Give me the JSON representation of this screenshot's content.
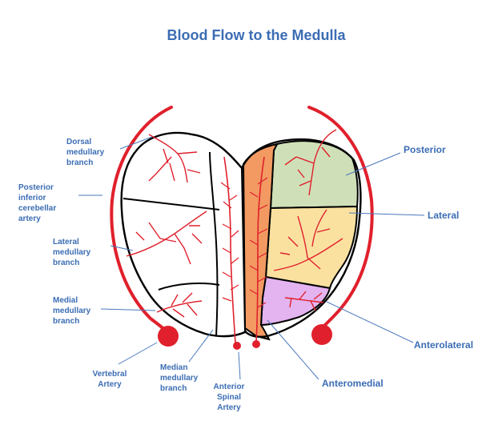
{
  "title": "Blood Flow to the Medulla",
  "labels": {
    "dorsal_medullary_branch": "Dorsal\nmedullary\nbranch",
    "posterior_inferior_cerebellar_artery": "Posterior\ninferior\ncerebellar\nartery",
    "lateral_medullary_branch": "Lateral\nmedullary\nbranch",
    "medial_medullary_branch": "Medial\nmedullary\nbranch",
    "vertebral_artery": "Vertebral\nArtery",
    "median_medullary_branch": "Median\nmedullary\nbranch",
    "anterior_spinal_artery": "Anterior\nSpinal\nArtery",
    "posterior": "Posterior",
    "lateral": "Lateral",
    "anterolateral": "Anterolateral",
    "anteromedial": "Anteromedial"
  },
  "colors": {
    "label_text": "#3b6db4",
    "artery_red": "#e0202c",
    "posterior_region": "#cfe0b8",
    "lateral_region": "#fbe1a0",
    "anterolateral_region": "#e3b4f0",
    "anteromedial_region": "#f29a62",
    "outline": "#000000"
  }
}
